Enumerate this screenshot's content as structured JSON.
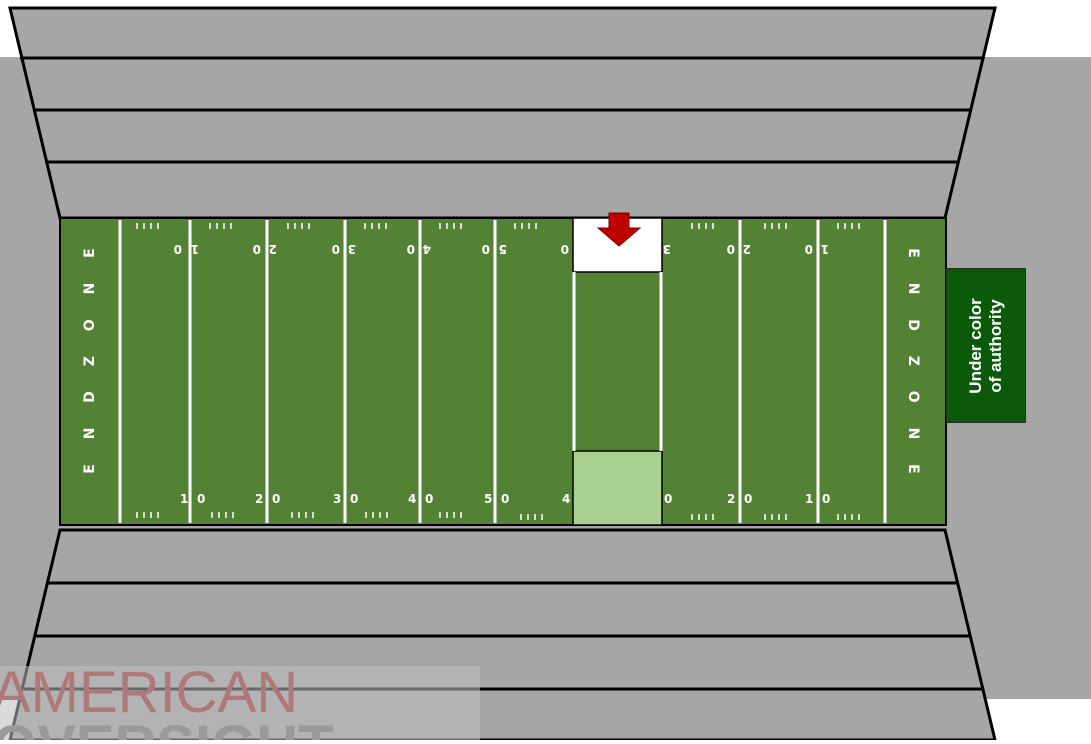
{
  "colors": {
    "field": "#548235",
    "stands": "#a6a6a6",
    "outline": "#000000",
    "annotation_bg": "#0a5a0a",
    "arrow": "#c00000",
    "highlight": "#a9d08e"
  },
  "field": {
    "end_zone_left_label": "E N D Z O N E",
    "end_zone_right_label": "E N D Z O N E",
    "yard_numbers_bottom": [
      "1",
      "0",
      "2",
      "0",
      "3",
      "0",
      "4",
      "0",
      "5",
      "0",
      "4",
      "0",
      "2",
      "0",
      "1",
      "0"
    ],
    "yard_numbers_top": [
      "0",
      "1",
      "0",
      "2",
      "0",
      "3",
      "0",
      "4",
      "0",
      "5",
      "0",
      "3",
      "0",
      "2",
      "0",
      "1"
    ]
  },
  "annotation": {
    "line1": "Under color",
    "line2": "of authority"
  },
  "arrow_icon": "down-arrow-icon",
  "watermark": {
    "line1": "AMERICAN",
    "line2": "OVERSIGHT"
  }
}
